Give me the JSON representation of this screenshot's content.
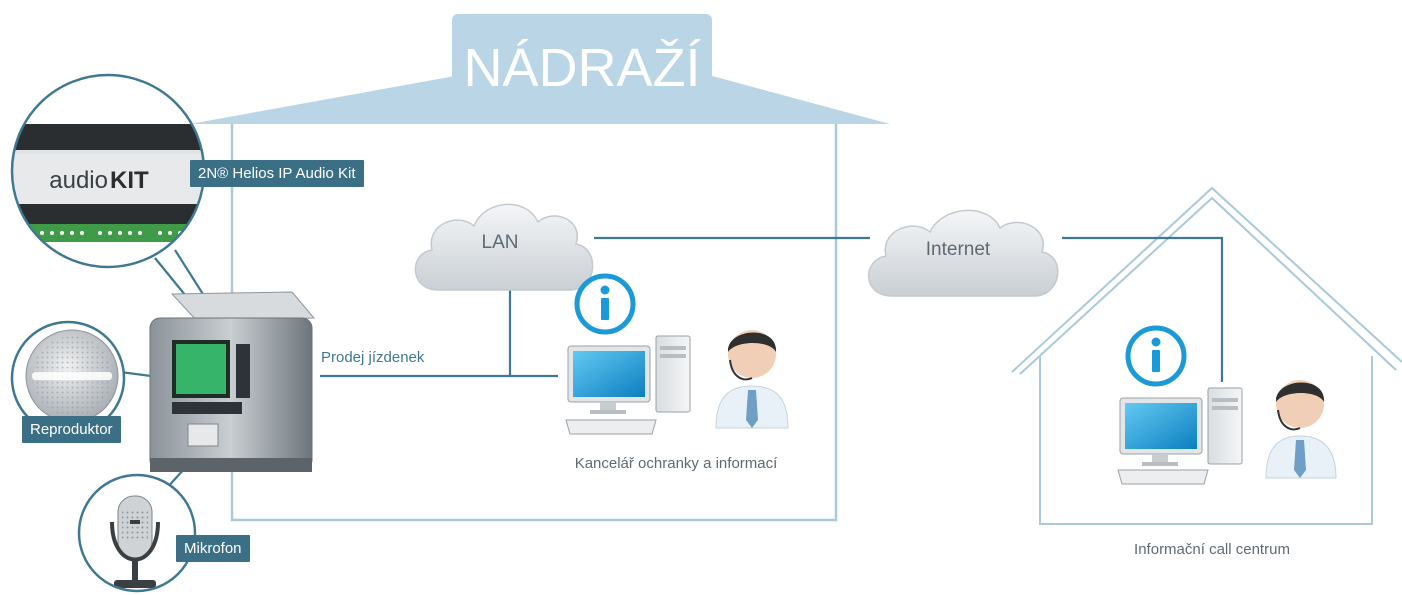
{
  "title": "NÁDRAŽÍ",
  "nodes": {
    "lan": "LAN",
    "internet": "Internet",
    "device": "2N® Helios IP Audio Kit",
    "speaker": "Reproduktor",
    "microphone": "Mikrofon",
    "ticket_sales": "Prodej jízdenek",
    "security_office": "Kancelář ochranky a informací",
    "call_center": "Informační call centrum",
    "device_brand_left": "audio",
    "device_brand_right": "KIT",
    "info_symbol": "i"
  },
  "colors": {
    "roof": "#b9d5e6",
    "roof_text": "#ffffff",
    "wire": "#3f7892",
    "building_outline": "#a9c9dc",
    "label_bg": "#3b6f86",
    "info_blue": "#1a9ad6",
    "text_gray": "#5e6a72"
  },
  "icons": [
    "cloud-icon",
    "info-icon",
    "computer-icon",
    "operator-icon",
    "ticket-machine-icon",
    "speaker-icon",
    "microphone-icon",
    "audio-kit-icon"
  ]
}
